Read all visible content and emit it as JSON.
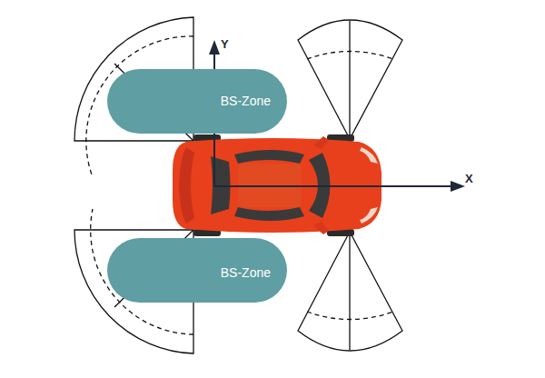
{
  "diagram": {
    "nodes": [
      {
        "text": [
          "BS-Zone"
        ]
      },
      {
        "text": [
          "BS-Zone"
        ]
      }
    ],
    "labels": [
      "Y",
      "X"
    ]
  }
}
